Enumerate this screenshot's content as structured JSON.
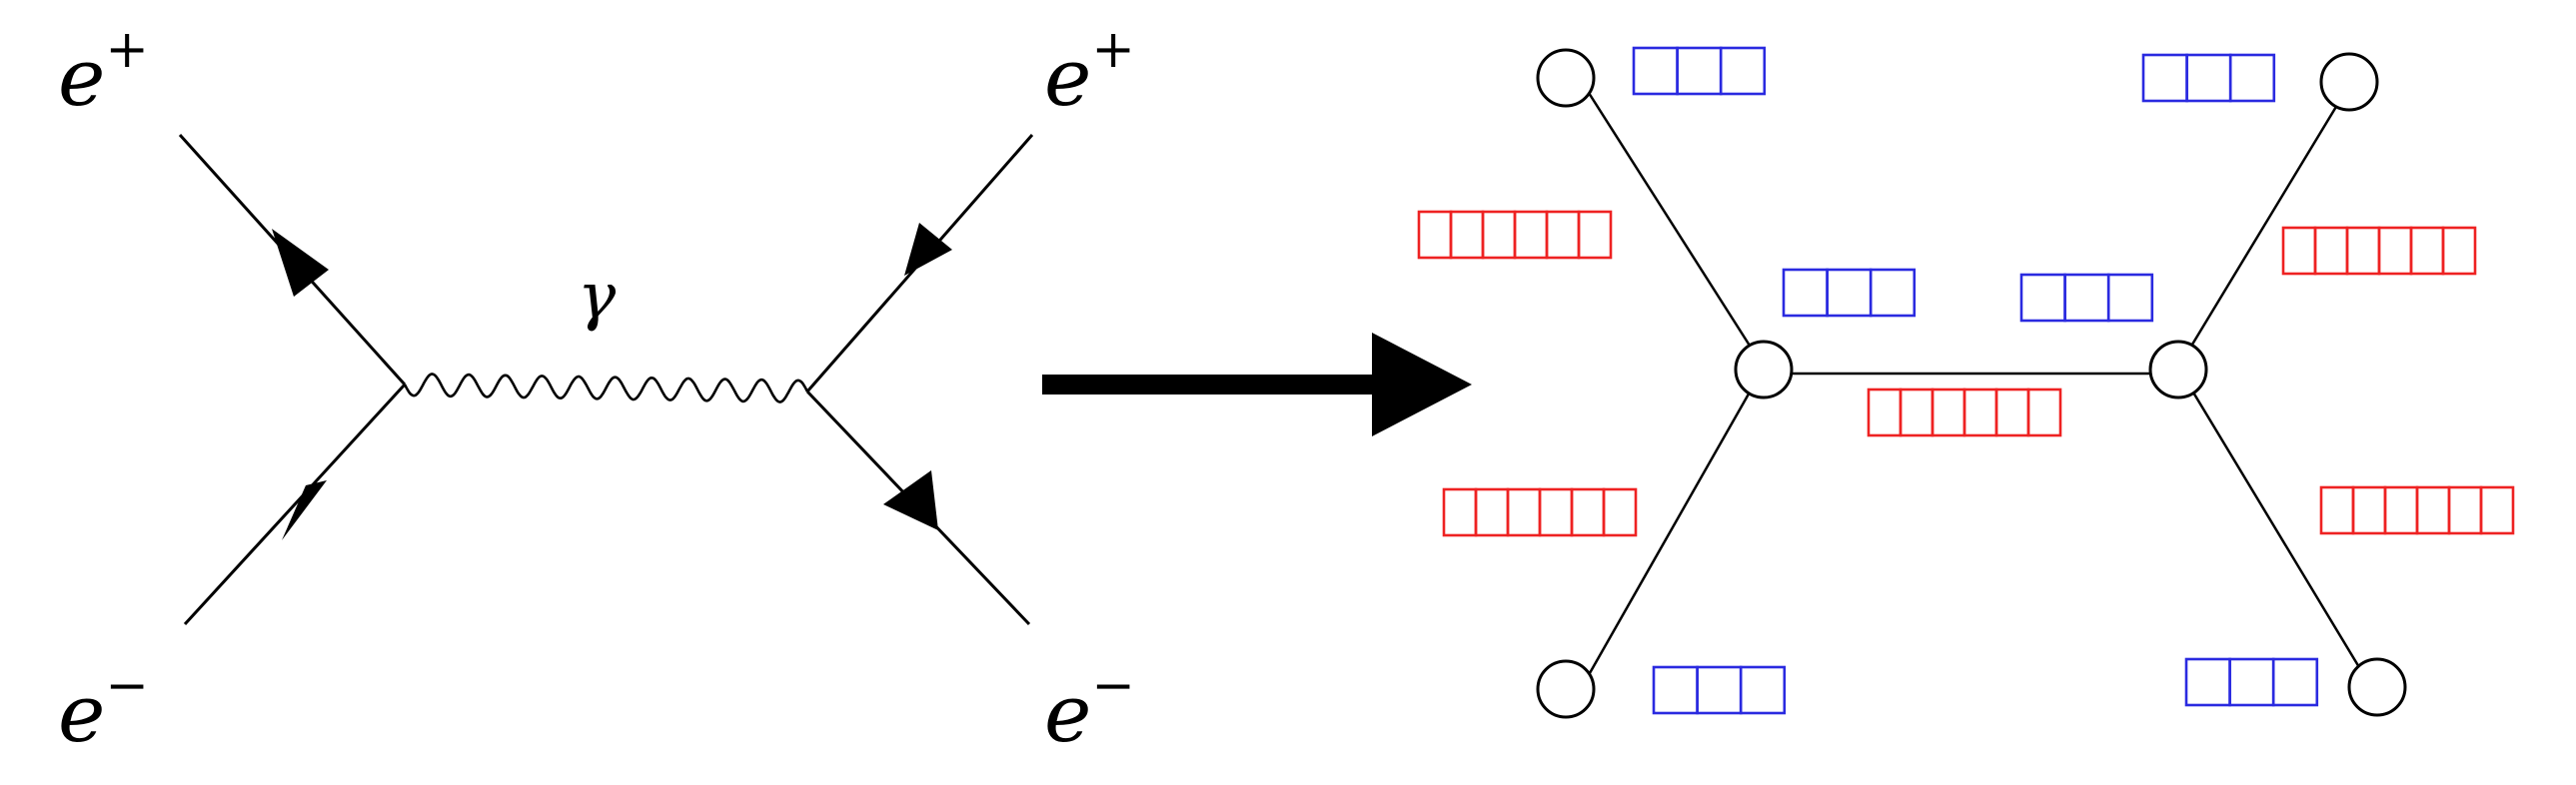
{
  "feynman": {
    "particles": {
      "top_left": {
        "base": "e",
        "charge": "+"
      },
      "bottom_left": {
        "base": "e",
        "charge": "−"
      },
      "top_right": {
        "base": "e",
        "charge": "+"
      },
      "bottom_right": {
        "base": "e",
        "charge": "−"
      }
    },
    "propagator_label": "γ"
  },
  "graph": {
    "leaf_feature_cells": 3,
    "edge_feature_cells": 6,
    "node_feature_color": "#2a2ae0",
    "edge_feature_color": "#ee2222",
    "line_color": "#000000"
  }
}
